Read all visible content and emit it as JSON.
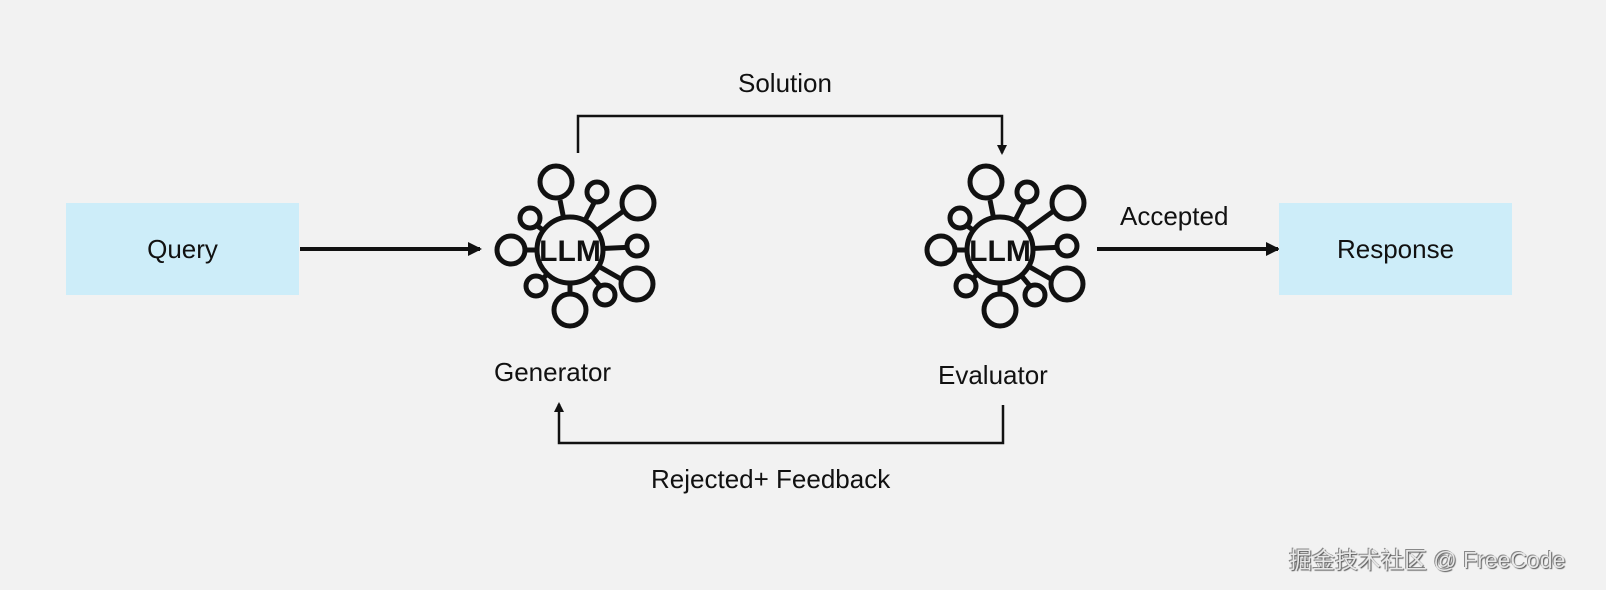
{
  "diagram": {
    "nodes": {
      "query": "Query",
      "response": "Response",
      "generator": "Generator",
      "evaluator": "Evaluator",
      "llm_text": "LLM"
    },
    "edges": {
      "solution": "Solution",
      "accepted": "Accepted",
      "feedback": "Rejected+ Feedback"
    },
    "colors": {
      "box_fill": "#cdedf9",
      "background": "#f2f2f2",
      "line": "#111111"
    }
  },
  "watermark": "掘金技术社区 @ FreeCode"
}
